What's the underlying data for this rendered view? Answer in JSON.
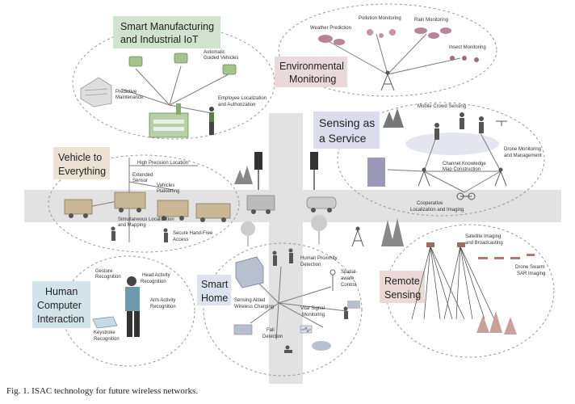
{
  "caption": "Fig. 1.  ISAC technology for future wireless networks.",
  "clusters": {
    "smart_manufacturing": {
      "title_line1": "Smart Manufacturing",
      "title_line2": "and Industrial IoT",
      "items": [
        "Predictive",
        "Maintenance.",
        "Automatic",
        "Guided Vehicles",
        "Employee Localization",
        "and Authorization"
      ]
    },
    "environmental": {
      "title_line1": "Environmental",
      "title_line2": "Monitoring",
      "items": [
        "Weather Prediction",
        "Pollution Monitoring",
        "Rain Monitoring",
        "Insect Monitoring"
      ]
    },
    "sensing_service": {
      "title_line1": "Sensing as",
      "title_line2": "a Service",
      "items": [
        "Mobile Crowd Sensing",
        "Channel Knowledge",
        "Map Construction",
        "Drone Monitoring",
        "and Management",
        "Cooperative",
        "Localization and Imaging"
      ]
    },
    "v2x": {
      "title_line1": "Vehicle to",
      "title_line2": "Everything",
      "items": [
        "High Precision Location",
        "Extended",
        "Sensor",
        "Vehicles",
        "Platooning",
        "Simultaneous Localization",
        "and Mapping",
        "Secure Hand-Free",
        "Access"
      ]
    },
    "hci": {
      "title_line1": "Human",
      "title_line2": "Computer",
      "title_line3": "Interaction",
      "items": [
        "Gesture",
        "Recognition",
        "Head Activity",
        "Recognition",
        "Arm Activity",
        "Recognition",
        "Keystroke",
        "Recognition"
      ]
    },
    "smart_home": {
      "title_line1": "Smart",
      "title_line2": "Home",
      "items": [
        "Human Proximity",
        "Detection",
        "Spatial-",
        "aware",
        "Control",
        "Sensing Aided",
        "Wireless Charging",
        "Vital Signal",
        "Monitoring",
        "Fall",
        "Detection"
      ]
    },
    "remote_sensing": {
      "title_line1": "Remote",
      "title_line2": "Sensing",
      "items": [
        "Satellite Imaging",
        "and Broadcasting",
        "Drone Swarm",
        "SAR Imaging"
      ]
    }
  }
}
